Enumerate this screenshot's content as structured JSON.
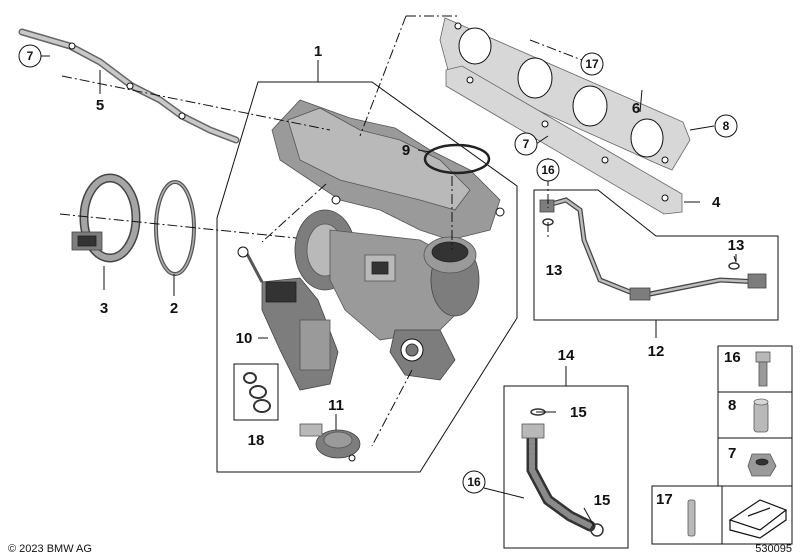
{
  "labels": {
    "l1": "1",
    "l2": "2",
    "l3": "3",
    "l4": "4",
    "l5": "5",
    "l7a": "7",
    "l7b": "7",
    "l8": "8",
    "l9": "9",
    "l10": "10",
    "l11": "11",
    "l12": "12",
    "l13a": "13",
    "l13b": "13",
    "l14": "14",
    "l15a": "15",
    "l15b": "15",
    "l16a": "16",
    "l16b": "16",
    "l17": "17",
    "l18": "18"
  },
  "legend": {
    "r16": "16",
    "r8": "8",
    "r7": "7",
    "r17": "17"
  },
  "footer": {
    "copyright": "© 2023 BMW AG",
    "diagram_id": "530095"
  }
}
